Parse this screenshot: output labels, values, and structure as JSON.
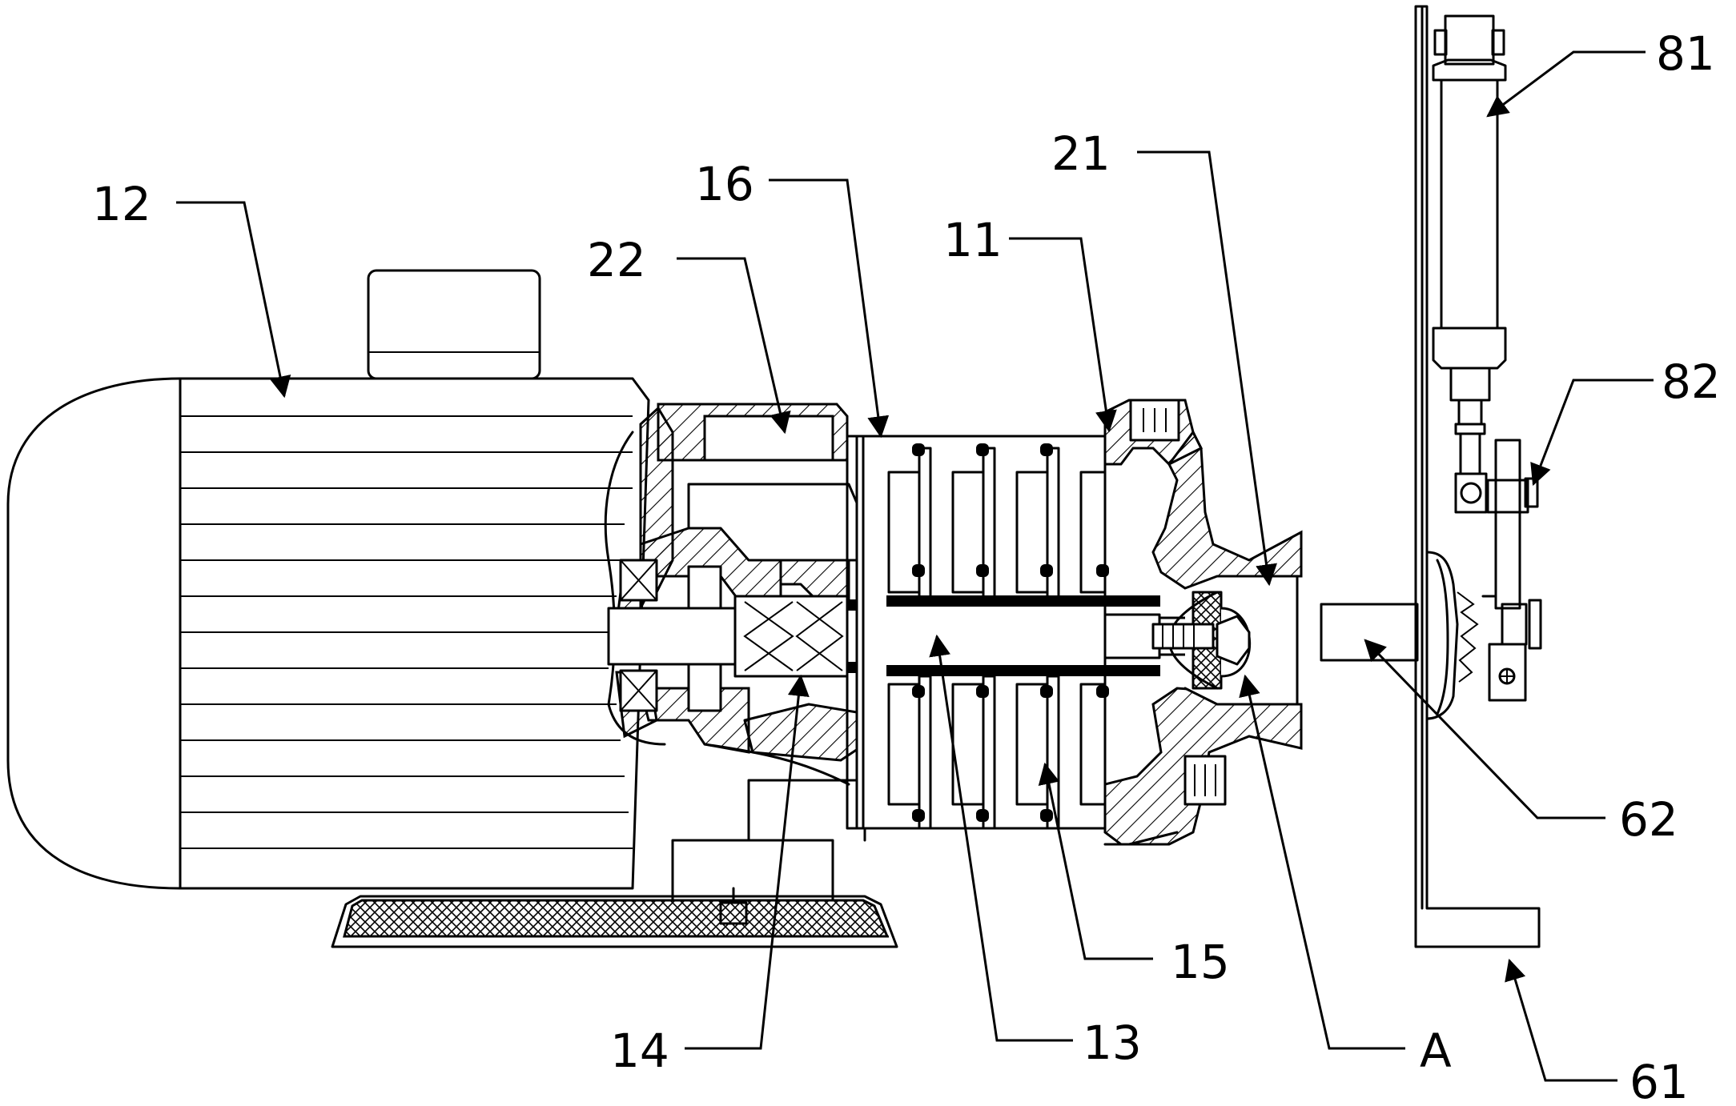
{
  "labels": {
    "l12": "12",
    "l22": "22",
    "l16": "16",
    "l11": "11",
    "l21": "21",
    "l81": "81",
    "l82": "82",
    "l62": "62",
    "l15": "15",
    "l13": "13",
    "l14": "14",
    "lA": "A",
    "l61": "61"
  }
}
